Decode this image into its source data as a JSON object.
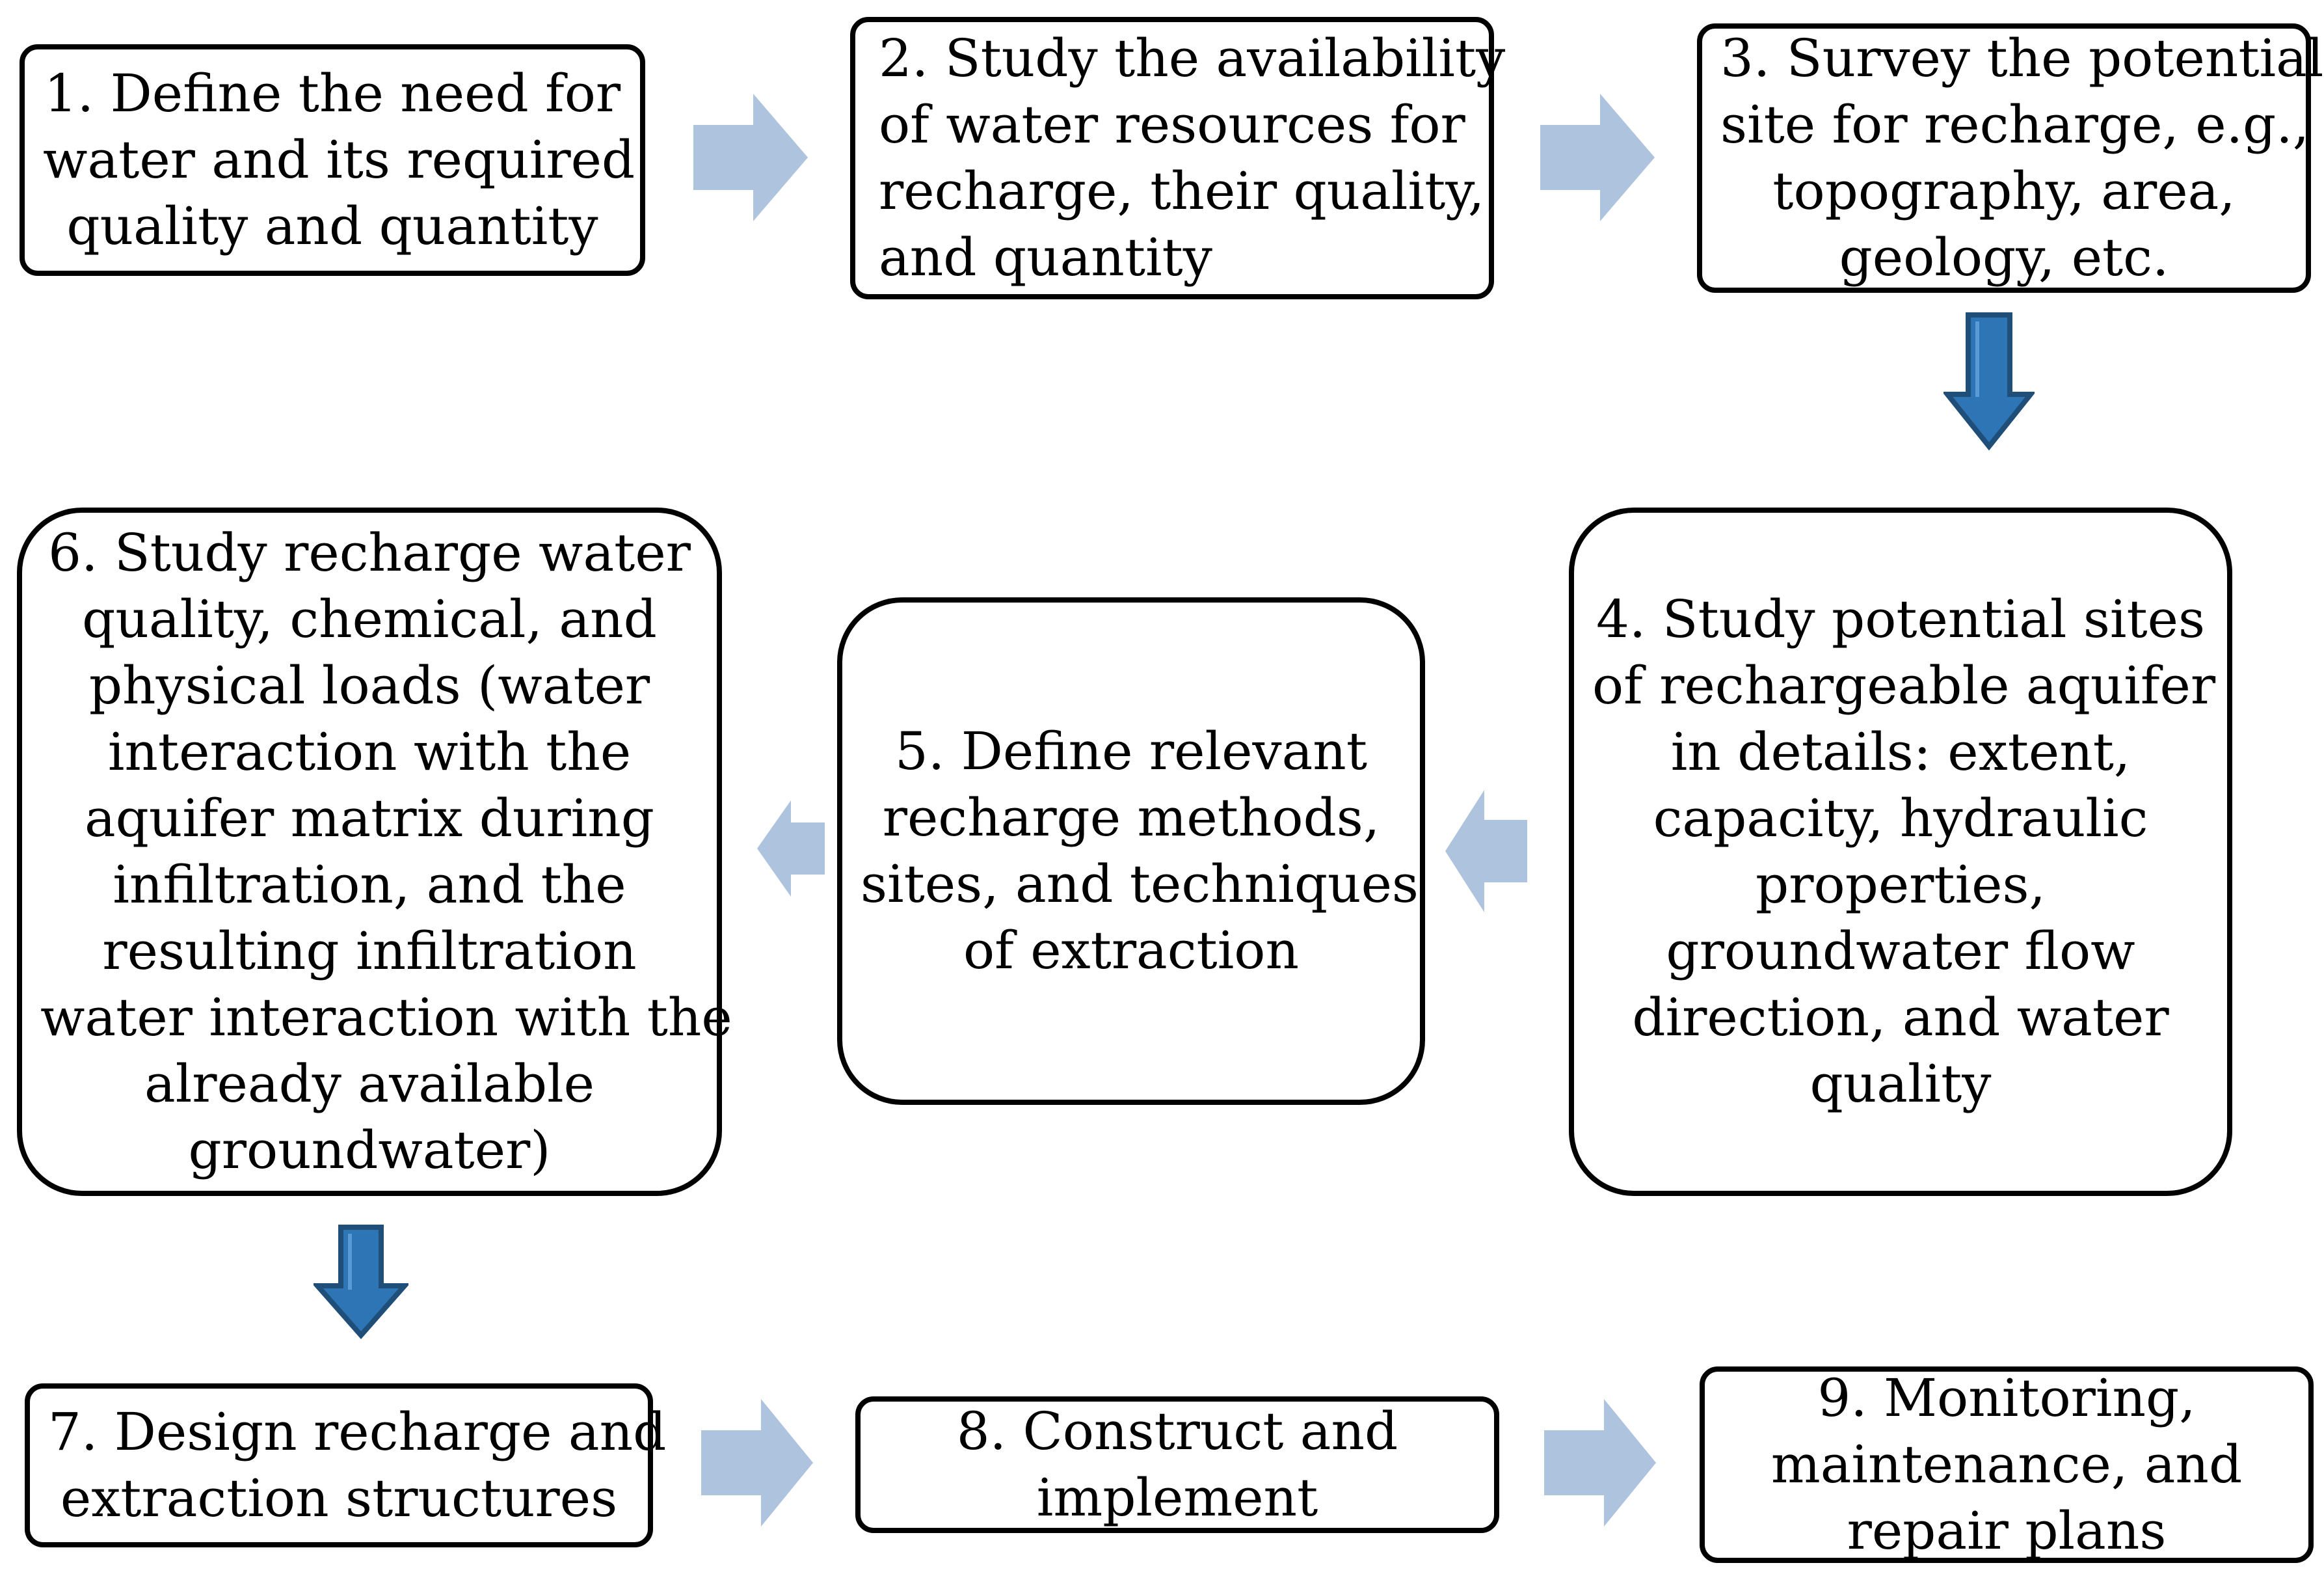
{
  "steps": [
    {
      "id": 1,
      "lines": [
        "1. Define the need for",
        "water and its required",
        "quality and quantity"
      ]
    },
    {
      "id": 2,
      "lines": [
        "2. Study the availability",
        "of water resources for",
        "recharge, their quality,",
        "and quantity"
      ]
    },
    {
      "id": 3,
      "lines": [
        "3. Survey the potential",
        "site for recharge, e.g.,",
        "topography, area,",
        "geology, etc."
      ]
    },
    {
      "id": 4,
      "lines": [
        "4. Study potential sites",
        "of rechargeable aquifer",
        "in details: extent,",
        "capacity, hydraulic",
        "properties,",
        "groundwater flow",
        "direction, and water",
        "quality"
      ]
    },
    {
      "id": 5,
      "lines": [
        "5. Define relevant",
        "recharge methods,",
        "sites, and techniques",
        "of extraction"
      ]
    },
    {
      "id": 6,
      "lines": [
        "6. Study recharge water",
        "quality, chemical, and",
        "physical loads (water",
        "interaction with the",
        "aquifer matrix during",
        "infiltration, and the",
        "resulting infiltration",
        "water interaction with the",
        "already available",
        "groundwater)"
      ]
    },
    {
      "id": 7,
      "lines": [
        "7. Design recharge and",
        "extraction structures"
      ]
    },
    {
      "id": 8,
      "lines": [
        "8.  Construct and",
        "implement"
      ]
    },
    {
      "id": 9,
      "lines": [
        "9. Monitoring,",
        "maintenance, and",
        "repair plans"
      ]
    }
  ],
  "colors": {
    "light_arrow": "#aec3dd",
    "dark_arrow_fill": "#2e75b6",
    "dark_arrow_stroke": "#1f4e79",
    "box_border": "#000000"
  }
}
